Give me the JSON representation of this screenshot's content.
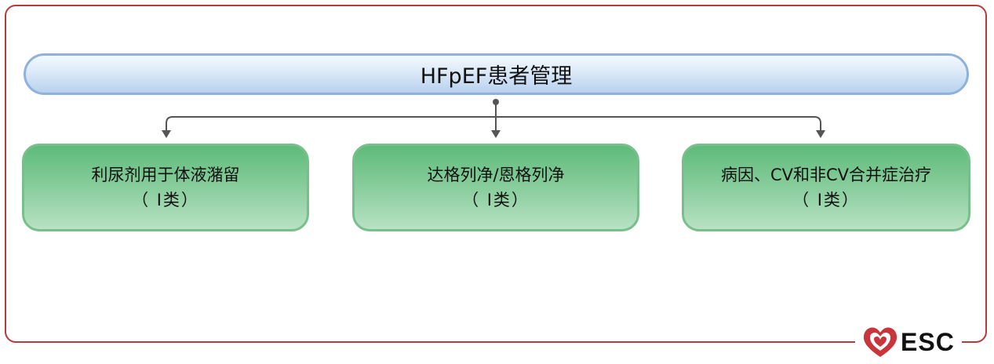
{
  "title": "HFpEF患者管理",
  "boxes": [
    {
      "line1": "利尿剂用于体液潴留",
      "line2": "（ Ⅰ类）"
    },
    {
      "line1": "达格列净/恩格列净",
      "line2": "（ Ⅰ类）"
    },
    {
      "line1": "病因、CV和非CV合并症治疗",
      "line2": "（ Ⅰ类）"
    }
  ],
  "logo": {
    "text": "ESC"
  },
  "colors": {
    "frame": "#b73a3f",
    "header_border": "#8fb2dc",
    "box_green": "#5ebb7a",
    "connector": "#555555"
  }
}
